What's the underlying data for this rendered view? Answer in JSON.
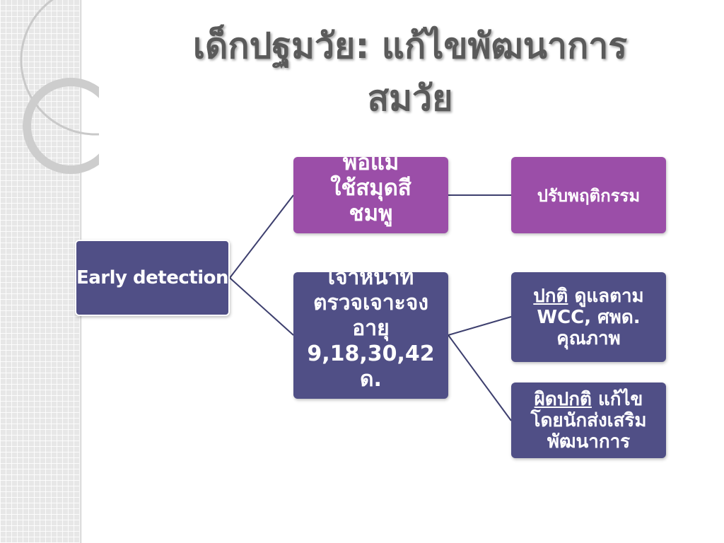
{
  "title": {
    "line1": "เด็กปฐมวัย: แก้ไขพัฒนาการ",
    "line2": "สมวัย"
  },
  "diagram": {
    "root": {
      "label": "Early detection"
    },
    "branches": [
      {
        "lines": [
          "พ่อแม่",
          "ใช้สมุดสี",
          "ชมพู"
        ],
        "children": [
          {
            "text": "ปรับพฤติกรรม"
          }
        ]
      },
      {
        "lines": [
          "เจ้าหน้าที่",
          "ตรวจเจาะจง",
          "อายุ",
          "9,18,30,42",
          "ด."
        ],
        "children": [
          {
            "term": "ปกติ",
            "text": "ดูแลตาม",
            "lines": [
              "WCC, ศพด.",
              "คุณภาพ"
            ]
          },
          {
            "term": "ผิดปกติ",
            "text": "แก้ไข",
            "lines": [
              "โดยนักส่งเสริม",
              "พัฒนาการ"
            ]
          }
        ]
      }
    ]
  },
  "colors": {
    "navy_box": "#504f86",
    "purple_box": "#9b4ea8",
    "connector": "#3d3f6e",
    "title": "#5a5a5a"
  }
}
